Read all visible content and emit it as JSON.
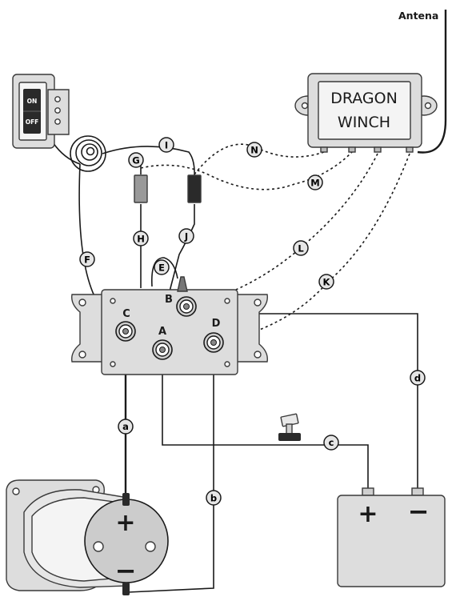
{
  "colors": {
    "body_fill": "#dddddd",
    "panel_fill": "#efefef",
    "dark_fill": "#2a2a2a",
    "line": "#1a1a1a"
  },
  "control_box": {
    "line1": "DRAGON",
    "line2": "WINCH"
  },
  "antenna_label": "Antena",
  "switch": {
    "on": "ON",
    "off": "OFF"
  },
  "terminals": {
    "A": "A",
    "B": "B",
    "C": "C",
    "D": "D"
  },
  "wire_labels": {
    "a": "a",
    "b": "b",
    "c": "c",
    "d": "d",
    "E": "E",
    "F": "F",
    "G": "G",
    "H": "H",
    "I": "I",
    "J": "J",
    "K": "K",
    "L": "L",
    "M": "M",
    "N": "N"
  },
  "battery": {
    "plus": "+",
    "minus": "−"
  },
  "motor": {
    "plus": "+",
    "minus": "−"
  },
  "icons": [
    "rocker-switch-icon",
    "coil-icon",
    "battery-icon",
    "motor-icon",
    "isolator-switch-icon"
  ]
}
